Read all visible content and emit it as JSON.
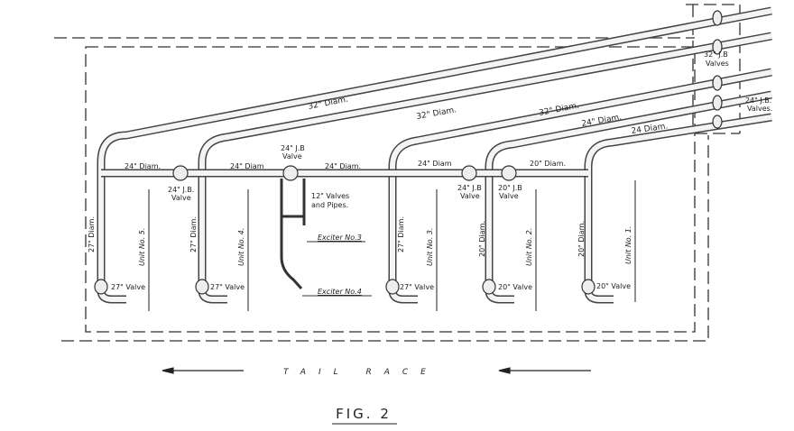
{
  "penstocks": [
    {
      "label": "32\" Diam."
    },
    {
      "label": "32\" Diam."
    },
    {
      "label": "32\" Diam."
    },
    {
      "label": "24\" Diam."
    },
    {
      "label": "24 Diam."
    }
  ],
  "header_valves": {
    "valves_32": "32\" J.B",
    "valves_32_b": "Valves",
    "valves_24": "24\" J.B.",
    "valves_24_b": "Valves."
  },
  "header": {
    "seg1": "24\" Diam.",
    "seg2": "24\" Diam",
    "seg3": "24\" Diam.",
    "seg4": "24\" Diam",
    "seg5": "20\" Diam.",
    "jb_valve_left_a": "24\" J.B.",
    "jb_valve_left_b": "Valve",
    "jb_valve_mid_a": "24\" J.B",
    "jb_valve_mid_b": "Valve",
    "jb_valve_r1_a": "24\" J.B",
    "jb_valve_r1_b": "Valve",
    "jb_valve_r2_a": "20\" J.B",
    "jb_valve_r2_b": "Valve",
    "small_valves_a": "12\" Valves",
    "small_valves_b": "and Pipes.",
    "exciter3": "Exciter No.3",
    "exciter4": "Exciter No.4"
  },
  "units": [
    {
      "name": "Unit No. 5.",
      "diam": "27\" Diam.",
      "valve": "27\" Valve"
    },
    {
      "name": "Unit No. 4.",
      "diam": "27\" Diam.",
      "valve": "27\" Valve"
    },
    {
      "name": "Unit No. 3.",
      "diam": "27\" Diam.",
      "valve": "27\" Valve"
    },
    {
      "name": "Unit No. 2.",
      "diam": "20\" Diam.",
      "valve": "20\" Valve"
    },
    {
      "name": "Unit No. 1.",
      "diam": "20\" Diam.",
      "valve": "20\" Valve"
    }
  ],
  "tail_race": "TAIL RACE",
  "figure_caption": "FIG. 2"
}
